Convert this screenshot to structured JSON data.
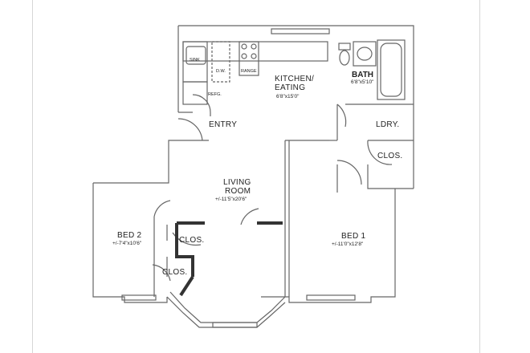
{
  "rooms": {
    "kitchen": {
      "line1": "KITCHEN/",
      "line2": "EATING",
      "dimensions": "6'8\"x15'0\""
    },
    "bath": {
      "name": "BATH",
      "dimensions": "6'8\"x5'10\""
    },
    "entry": {
      "name": "ENTRY"
    },
    "laundry": {
      "name": "LDRY."
    },
    "closet_bed1": {
      "name": "CLOS."
    },
    "living": {
      "line1": "LIVING",
      "line2": "ROOM",
      "dimensions": "+/-11'5\"x20'6\""
    },
    "bed1": {
      "name": "BED 1",
      "dimensions": "+/-11'0\"x12'8\""
    },
    "bed2": {
      "name": "BED 2",
      "dimensions": "+/-7'4\"x10'6\""
    },
    "closet_upper": {
      "name": "CLOS."
    },
    "closet_lower": {
      "name": "CLOS."
    }
  },
  "fixtures": {
    "sink": "SINK",
    "dishwasher": "D.W.",
    "range": "RANGE",
    "refrigerator": "REFG."
  },
  "colors": {
    "wall": "#555555",
    "line": "#777777",
    "dark_wall": "#333333"
  }
}
